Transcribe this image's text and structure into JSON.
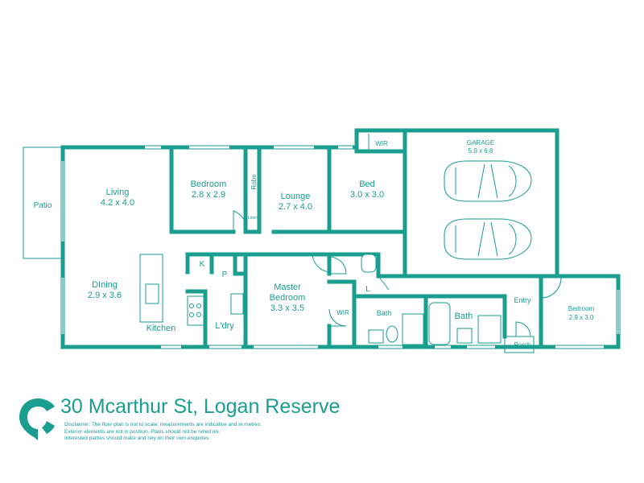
{
  "address": "30 Mcarthur St, Logan Reserve",
  "disclaimer": [
    "Disclaimer: The floor plan is not to scale; measurements are indicative and in metres.",
    "Exterior elements are not in position. Plans should not be relied on.",
    "Interested parties should make and rely on their own enquiries."
  ],
  "colors": {
    "brand": "#1a9e8f",
    "background": "#ffffff"
  },
  "logo": "map-pin-c-logo",
  "rooms": {
    "patio": {
      "name": "Patio"
    },
    "living": {
      "name": "Living",
      "size": "4.2 x 4.0"
    },
    "dining": {
      "name": "DIning",
      "size": "2.9 x 3.6"
    },
    "kitchen": {
      "name": "Kitchen"
    },
    "bedroom1": {
      "name": "Bedroom",
      "size": "2.8 x 2.9"
    },
    "robe": {
      "name": "Robe"
    },
    "linen": {
      "name": "Linen"
    },
    "lounge": {
      "name": "Lounge",
      "size": "2.7 x 4.0"
    },
    "bed": {
      "name": "Bed",
      "size": "3.0 x 3.0"
    },
    "wir_top": {
      "name": "WIR"
    },
    "garage": {
      "name": "GARAGE",
      "size": "5.9 x 6.8"
    },
    "k": {
      "name": "K"
    },
    "p": {
      "name": "P"
    },
    "laundry": {
      "name": "L'dry"
    },
    "master": {
      "name": "Master",
      "name2": "Bedroom",
      "size": "3.3 x 3.5"
    },
    "wir_master": {
      "name": "WIR"
    },
    "l": {
      "name": "L"
    },
    "bath1": {
      "name": "Bath"
    },
    "bath2": {
      "name": "Bath"
    },
    "entry": {
      "name": "Entry"
    },
    "porch": {
      "name": "Porch"
    },
    "bedroom2": {
      "name": "Bedroom",
      "size": "2.9 x 3.0"
    }
  }
}
